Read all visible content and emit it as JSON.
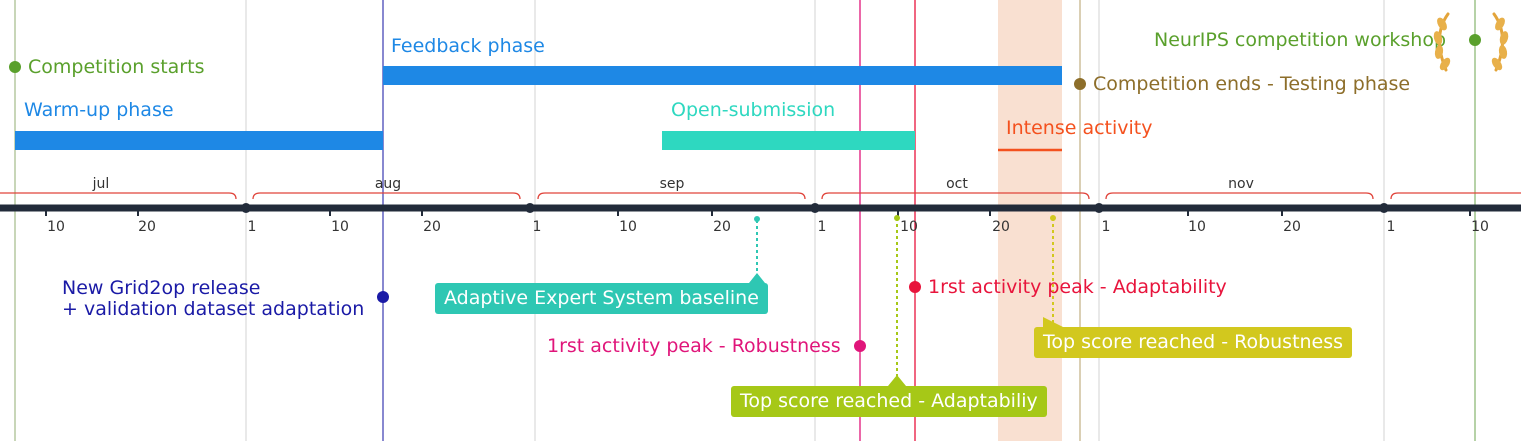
{
  "timeline": {
    "months": [
      "jul",
      "aug",
      "sep",
      "oct",
      "nov"
    ],
    "ticks": [
      {
        "day": "10"
      },
      {
        "day": "20"
      },
      {
        "day": "1"
      },
      {
        "day": "10"
      },
      {
        "day": "20"
      },
      {
        "day": "1"
      },
      {
        "day": "10"
      },
      {
        "day": "20"
      },
      {
        "day": "1"
      },
      {
        "day": "10"
      },
      {
        "day": "20"
      },
      {
        "day": "1"
      },
      {
        "day": "10"
      },
      {
        "day": "20"
      },
      {
        "day": "1"
      },
      {
        "day": "10"
      }
    ]
  },
  "phases": {
    "warmup": {
      "label": "Warm-up phase",
      "color": "#1e88e5"
    },
    "feedback": {
      "label": "Feedback phase",
      "color": "#1e88e5"
    },
    "open_submission": {
      "label": "Open-submission",
      "color": "#2ed8c0"
    },
    "intense": {
      "label": "Intense activity",
      "color": "#f4511e"
    }
  },
  "events_top": {
    "competition_starts": {
      "label": "Competition starts",
      "color": "#5aa02c"
    },
    "competition_ends": {
      "label": "Competition ends - Testing phase",
      "color": "#8d6e2a"
    },
    "neurips": {
      "label": "NeurIPS competition workshop",
      "color": "#5aa02c"
    }
  },
  "events_bottom": {
    "grid2op": {
      "line1": "New Grid2op release",
      "line2": "+ validation dataset adaptation",
      "color": "#1a1aa6"
    },
    "expert": {
      "label": "Adaptive Expert System baseline",
      "color": "#2ec7b3"
    },
    "peak_robustness": {
      "label": "1rst activity peak - Robustness",
      "color": "#e0157a"
    },
    "peak_adaptability": {
      "label": "1rst activity peak - Adaptability",
      "color": "#e8143c"
    },
    "top_robustness": {
      "label": "Top score reached - Robustness",
      "color": "#d2c81e"
    },
    "top_adaptability": {
      "label": "Top score reached - Adaptabiliy",
      "color": "#a6c817"
    }
  }
}
